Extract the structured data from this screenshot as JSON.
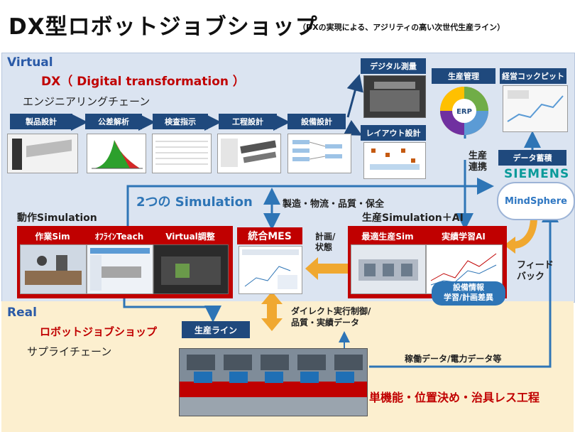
{
  "header": {
    "title": "DX型ロボットジョブショップ",
    "subtitle": "（DXの実現による、アジリティの高い次世代生産ライン）"
  },
  "virtual": {
    "label": "Virtual",
    "dx_title": "DX（ Digital transformation ）",
    "chain": "エンジニアリングチェーン"
  },
  "process_steps": [
    "製品設計",
    "公差解析",
    "検査指示",
    "工程設計",
    "設備設計"
  ],
  "right_boxes": {
    "survey": "デジタル測量",
    "layout": "レイアウト設計",
    "prod_mgmt": "生産管理",
    "mgmt_cockpit": "経営コックピット",
    "data_store": "データ蓄積",
    "siemens": "SIEMENS",
    "mindsphere": "MindSphere",
    "erp": "ERP",
    "prod_link": "生産\n連携"
  },
  "simulation": {
    "heading": "2つの Simulation",
    "work_sim_label": "動作Simulation",
    "prod_sim_label": "生産Simulation＋AI",
    "mfg": "製造・物流・品質・保全",
    "plan_status": "計画/\n状態",
    "feedback": "フィード\nバック",
    "equip_info": "設備情報\n学習/計画差異"
  },
  "sim_boxes": [
    "作業Sim",
    "ｵﾌﾗｲﾝTeach",
    "Virtual調整"
  ],
  "mes": "統合MES",
  "ai_boxes": [
    "最適生産Sim",
    "実績学習AI"
  ],
  "real": {
    "label": "Real",
    "robot_job": "ロボットジョブショップ",
    "supply": "サプライチェーン",
    "line": "生産ライン",
    "direct": "ダイレクト実行制御/\n品質・実績データ",
    "operation_data": "稼働データ/電力データ等",
    "footer": "単機能・位置決め・治具レス工程"
  },
  "colors": {
    "navy": "#1f497d",
    "red": "#c00000",
    "orange": "#f0a830",
    "arrow": "#2e75b6"
  }
}
